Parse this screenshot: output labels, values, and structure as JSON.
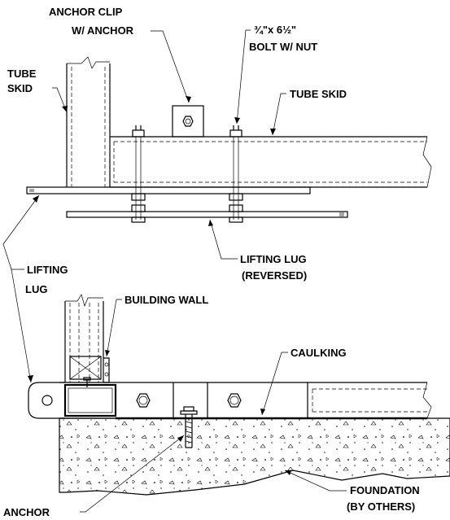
{
  "labels": {
    "anchor_clip_line1": "ANCHOR CLIP",
    "anchor_clip_line2": "W/ ANCHOR",
    "bolt_line1": "¾\"x 6½\"",
    "bolt_line2": "BOLT W/ NUT",
    "tube_skid_left_line1": "TUBE",
    "tube_skid_left_line2": "SKID",
    "tube_skid_right": "TUBE SKID",
    "lifting_lug_reversed_line1": "LIFTING LUG",
    "lifting_lug_reversed_line2": "(REVERSED)",
    "lifting_lug_line1": "LIFTING",
    "lifting_lug_line2": "LUG",
    "building_wall": "BUILDING WALL",
    "caulking": "CAULKING",
    "foundation_line1": "FOUNDATION",
    "foundation_line2": "(BY OTHERS)",
    "anchor": "ANCHOR"
  }
}
